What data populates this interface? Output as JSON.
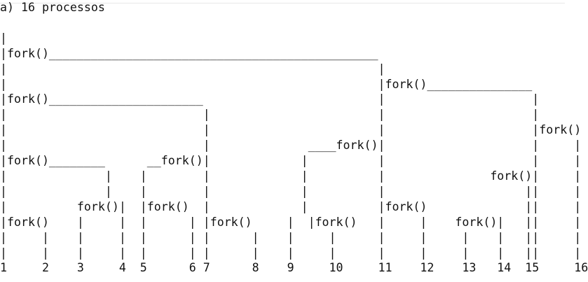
{
  "title": "a) 16 processos",
  "diagram_lines": [
    "",
    "|",
    "|fork()_______________________________________________",
    "|                                                     |",
    "|                                                     |fork()_______________",
    "|fork()______________________                         |                     |",
    "|                            |                        |                     |",
    "|                            |                        |                     |fork()",
    "|                            |              ____fork()|                     |     |",
    "|fork()________      __fork()|             |          |                     |     |",
    "|              |    |        |             |          |               fork()|     |",
    "|              |    |        |             |          |                    ||     |",
    "|          fork()|  |fork()  |             |          |fork()              ||     |",
    "|fork()    |     |  |      | |fork()     |  |fork()   |     |    fork()|   ||     |",
    "|     |    |     |  |      | |      |    |     |      |     |     |    |   ||     |",
    "|     |    |     |  |      | |      |    |     |      |     |     |    |   ||     |",
    "1     2    3     4  5      6 7      8    9     10     11    12    13   14  15     16"
  ]
}
